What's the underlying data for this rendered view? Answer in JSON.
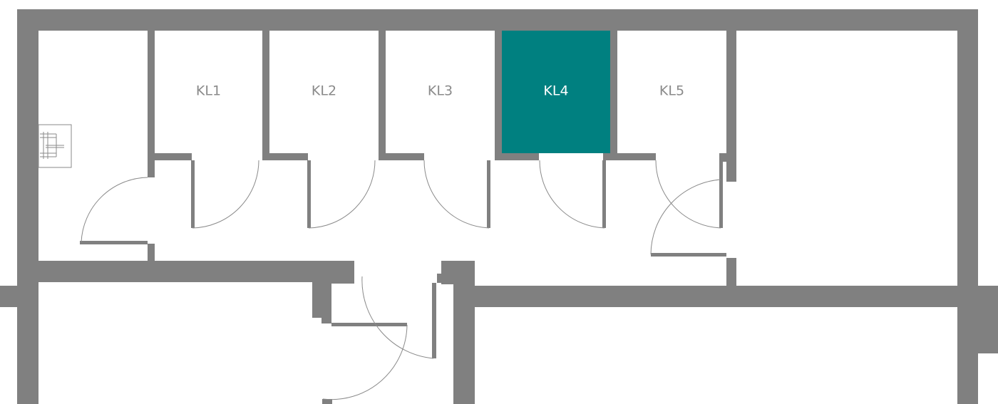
{
  "colors": {
    "wall": "#808080",
    "background": "#ffffff",
    "room": "#ffffff",
    "highlight": "#008080",
    "label": "#8a8a8a",
    "label_highlight": "#ffffff",
    "door_line": "#8a8a8a"
  },
  "rooms": [
    {
      "id": "kl1",
      "label": "KL1",
      "highlighted": false
    },
    {
      "id": "kl2",
      "label": "KL2",
      "highlighted": false
    },
    {
      "id": "kl3",
      "label": "KL3",
      "highlighted": false
    },
    {
      "id": "kl4",
      "label": "KL4",
      "highlighted": true
    },
    {
      "id": "kl5",
      "label": "KL5",
      "highlighted": false
    }
  ],
  "icons": {
    "fixture": "electrical-panel-icon"
  }
}
